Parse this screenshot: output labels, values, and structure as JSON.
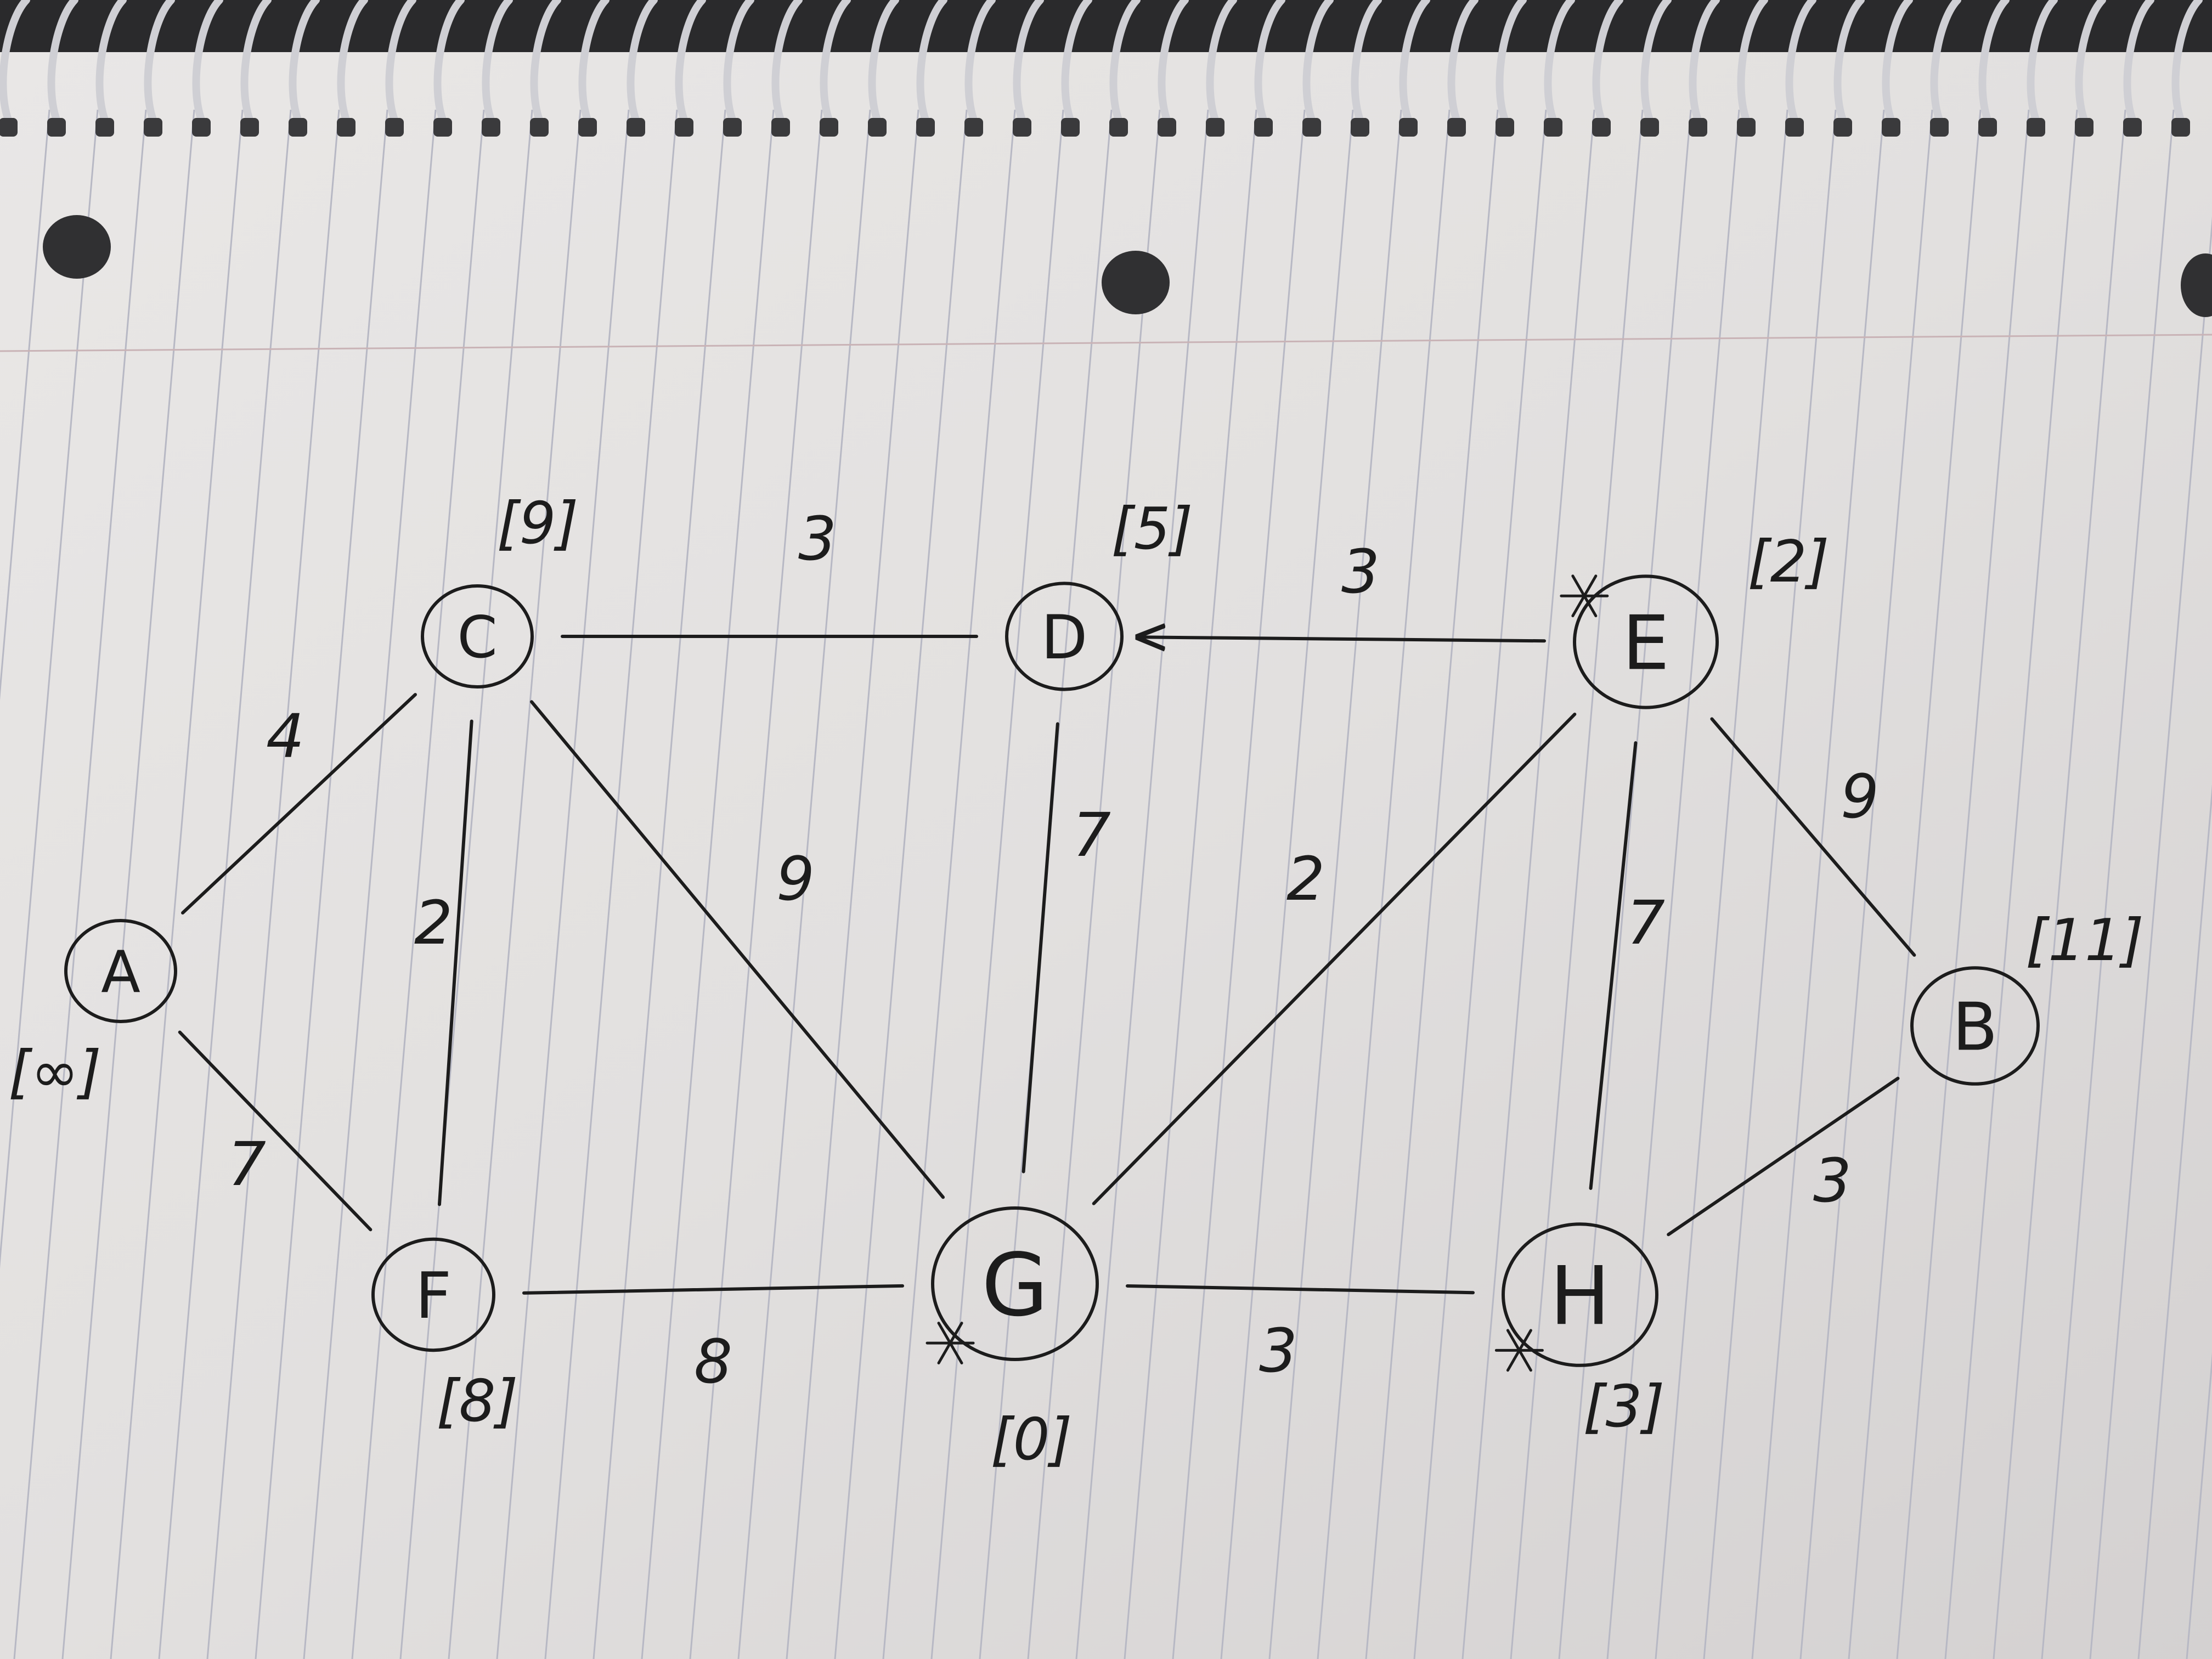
{
  "graph": {
    "nodes": [
      {
        "id": "A",
        "label": "A",
        "distance": "[∞]",
        "starred": false
      },
      {
        "id": "C",
        "label": "C",
        "distance": "[9]",
        "starred": false
      },
      {
        "id": "D",
        "label": "D",
        "distance": "[5]",
        "starred": false
      },
      {
        "id": "E",
        "label": "E",
        "distance": "[2]",
        "starred": true
      },
      {
        "id": "B",
        "label": "B",
        "distance": "[11]",
        "starred": false
      },
      {
        "id": "F",
        "label": "F",
        "distance": "[8]",
        "starred": false
      },
      {
        "id": "G",
        "label": "G",
        "distance": "[0]",
        "starred": true
      },
      {
        "id": "H",
        "label": "H",
        "distance": "[3]",
        "starred": true
      }
    ],
    "edges": [
      {
        "from": "A",
        "to": "C",
        "weight": "4"
      },
      {
        "from": "A",
        "to": "F",
        "weight": "7"
      },
      {
        "from": "C",
        "to": "F",
        "weight": "2"
      },
      {
        "from": "C",
        "to": "D",
        "weight": "3"
      },
      {
        "from": "C",
        "to": "G",
        "weight": "9"
      },
      {
        "from": "D",
        "to": "G",
        "weight": "7"
      },
      {
        "from": "E",
        "to": "D",
        "weight": "3",
        "directed": true
      },
      {
        "from": "E",
        "to": "G",
        "weight": "2"
      },
      {
        "from": "E",
        "to": "H",
        "weight": "7"
      },
      {
        "from": "E",
        "to": "B",
        "weight": "9"
      },
      {
        "from": "B",
        "to": "H",
        "weight": "3"
      },
      {
        "from": "F",
        "to": "G",
        "weight": "8"
      },
      {
        "from": "G",
        "to": "H",
        "weight": "3"
      }
    ]
  }
}
